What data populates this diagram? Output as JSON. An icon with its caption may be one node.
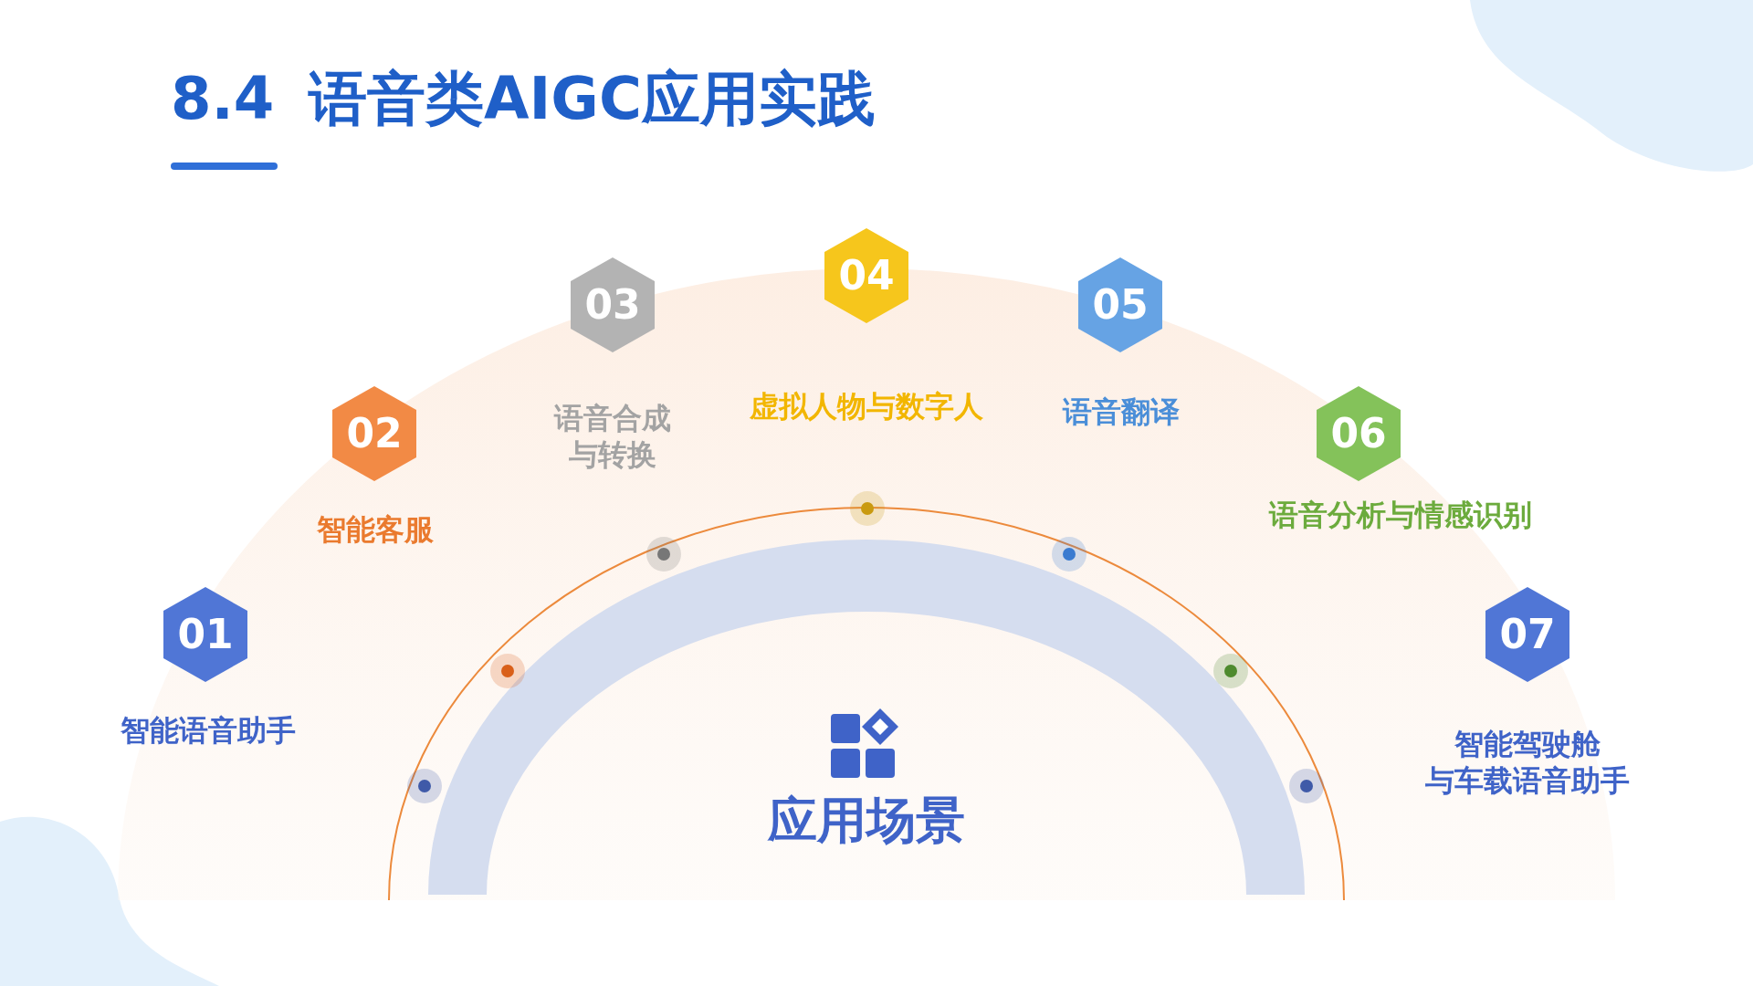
{
  "diagram": {
    "title": "语音类AIGC应用实践",
    "nodes": [
      {
        "text": [
          "01",
          "智能语音助手"
        ]
      },
      {
        "text": [
          "02",
          "智能客服"
        ]
      },
      {
        "text": [
          "03",
          "语音合成与转换"
        ]
      },
      {
        "text": [
          "04",
          "虚拟人物与数字人"
        ]
      },
      {
        "text": [
          "05",
          "语音翻译"
        ]
      },
      {
        "text": [
          "06",
          "语音分析与情感识别"
        ]
      },
      {
        "text": [
          "07",
          "智能驾驶舱与车载语音助手"
        ]
      },
      {
        "text": [
          "应用场景"
        ]
      }
    ],
    "labels": [
      "8.4"
    ]
  }
}
